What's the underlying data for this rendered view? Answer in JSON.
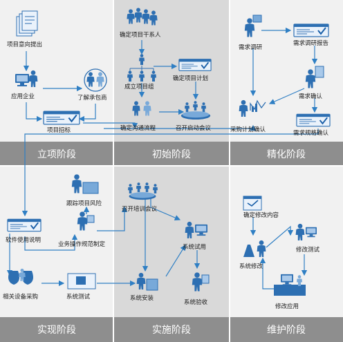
{
  "colors": {
    "panel_light": "#f1f1f1",
    "panel_dark": "#d9d9d9",
    "band": "#8e8e8e",
    "line": "#2f7fc4",
    "figure": "#2d6fb2"
  },
  "phases": [
    {
      "id": "lixiang",
      "label": "立项阶段"
    },
    {
      "id": "chushi",
      "label": "初始阶段"
    },
    {
      "id": "jinghua",
      "label": "精化阶段"
    },
    {
      "id": "shixian",
      "label": "实现阶段"
    },
    {
      "id": "shishi",
      "label": "实施阶段"
    },
    {
      "id": "weihu",
      "label": "维护阶段"
    }
  ],
  "nodes": {
    "xiangmu_yixiang": {
      "label": "项目意向提出",
      "icon": "documents-stack-icon"
    },
    "yingyong_qiye": {
      "label": "应用企业",
      "icon": "computer-user-icon"
    },
    "liaojie_baoshang": {
      "label": "了解承包商",
      "icon": "handshake-icon"
    },
    "xiangmu_zhaobiao": {
      "label": "项目招标",
      "icon": "check-document-icon"
    },
    "queding_ganxi": {
      "label": "确定项目干系人",
      "icon": "people-group-icon"
    },
    "chengli_zu": {
      "label": "成立项目组",
      "icon": "org-chart-icon"
    },
    "queding_jihua": {
      "label": "确定项目计划",
      "icon": "check-document-icon"
    },
    "queding_liucheng": {
      "label": "确定沟通流程",
      "icon": "meeting-icon"
    },
    "zhaokai_qidong": {
      "label": "召开启动会议",
      "icon": "conference-table-icon"
    },
    "xuqiu_diaoyan": {
      "label": "需求调研",
      "icon": "carrying-box-icon"
    },
    "diaoyan_baogao": {
      "label": "需求调研报告",
      "icon": "check-document-icon"
    },
    "xuqiu_queren": {
      "label": "需求确认",
      "icon": "presenter-icon"
    },
    "caigou_queren": {
      "label": "采购计划确认",
      "icon": "analyst-chart-icon"
    },
    "guige_queren": {
      "label": "需求规格确认",
      "icon": "check-document-icon"
    },
    "genzong_fengxian": {
      "label": "跟踪项目风险",
      "icon": "pushing-icon"
    },
    "ruanjian_shuoming": {
      "label": "软件使用说明",
      "icon": "check-document-icon"
    },
    "yewu_guifan": {
      "label": "业务操作规范制定",
      "icon": "trainer-icon"
    },
    "xiangguan_caigou": {
      "label": "相关设备采购",
      "icon": "money-bags-icon"
    },
    "xitong_ceshi": {
      "label": "系统测试",
      "icon": "computer-icon"
    },
    "zhaokai_peixun": {
      "label": "召开培训会议",
      "icon": "conference-table-icon"
    },
    "xitong_anzhuang": {
      "label": "系统安装",
      "icon": "installer-icon"
    },
    "xitong_shiyong": {
      "label": "系统试用",
      "icon": "computer-user-icon"
    },
    "xitong_yanshou": {
      "label": "系统验收",
      "icon": "presenter-icon"
    },
    "queding_xiugai": {
      "label": "确定修改内容",
      "icon": "check-document-icon"
    },
    "xitong_xiugai": {
      "label": "系统修改",
      "icon": "lab-icon"
    },
    "xiugai_ceshi": {
      "label": "修改测试",
      "icon": "computer-user-icon"
    },
    "xiugai_yingyong": {
      "label": "修改应用",
      "icon": "computer-desk-icon"
    }
  }
}
